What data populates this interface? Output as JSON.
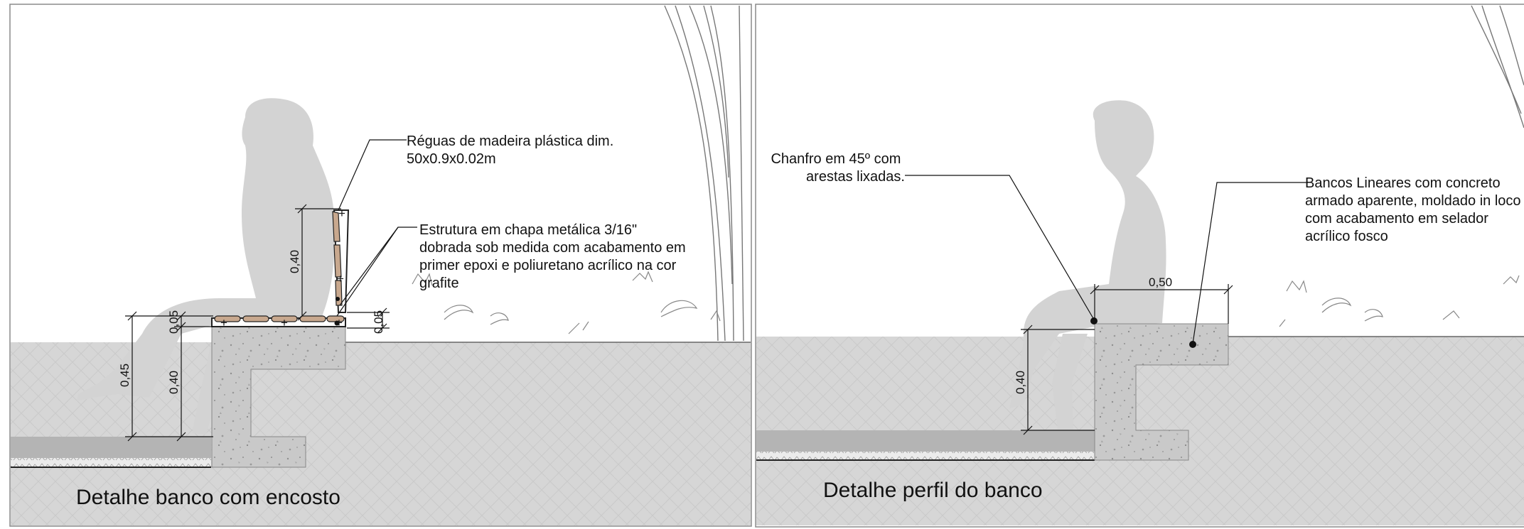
{
  "panels": [
    {
      "title": "Detalhe banco com encosto",
      "notes": [
        [
          "Réguas de madeira plástica dim.",
          "50x0.9x0.02m"
        ],
        [
          "Estrutura em chapa metálica 3/16\"",
          "dobrada sob medida com acabamento em",
          "primer epoxi e poliuretano acrílico na cor",
          "grafite"
        ]
      ],
      "dimensions": {
        "total_height": "0,45",
        "seat_height": "0,40",
        "seat_thickness": "0,05",
        "seat_thickness_right": "0,05",
        "backrest_height": "0,40"
      }
    },
    {
      "title": "Detalhe perfil do banco",
      "notes": [
        [
          "Chanfro em 45º com",
          "arestas lixadas."
        ],
        [
          "Bancos Lineares com concreto",
          "armado aparente, moldado in loco",
          "com acabamento em selador",
          "acrílico fosco"
        ]
      ],
      "dimensions": {
        "seat_depth": "0,50",
        "seat_height": "0,40"
      }
    }
  ],
  "colors": {
    "ground": "#d4d4d4",
    "concrete": "#c9c9c9",
    "silhouette": "#d3d3d3",
    "wood": "#c8a88e",
    "border": "#8a8a8a",
    "sidewalk": "#b4b4b4"
  }
}
